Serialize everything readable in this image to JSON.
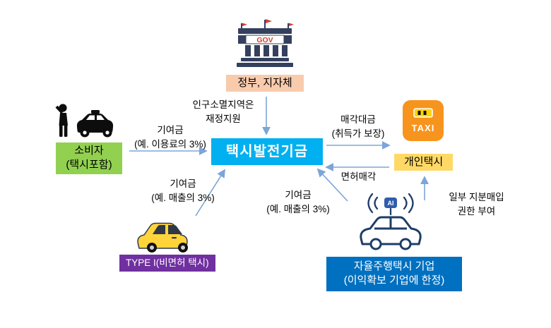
{
  "diagram": {
    "nodes": {
      "government": {
        "label": "정부, 지자체",
        "bg": "#F8CBAD"
      },
      "consumer": {
        "line1": "소비자",
        "line2": "(택시포함)",
        "bg": "#92D050"
      },
      "fund": {
        "label": "택시발전기금",
        "bg": "#00B0F0"
      },
      "type1": {
        "label": "TYPE I(비면허 택시)",
        "bg": "#7030A0"
      },
      "individual_taxi": {
        "label": "개인택시",
        "bg": "#FFD966"
      },
      "autonomous": {
        "line1": "자율주행택시 기업",
        "line2": "(이익확보 기업에 한정)",
        "bg": "#0070C0"
      }
    },
    "edges": {
      "gov_to_fund": {
        "line1": "인구소멸지역은",
        "line2": "재정지원"
      },
      "consumer_to_fund": {
        "line1": "기여금",
        "line2": "(예. 이용료의 3%)"
      },
      "type1_to_fund": {
        "line1": "기여금",
        "line2": "(예. 매출의 3%)"
      },
      "autonomous_to_fund": {
        "line1": "기여금",
        "line2": "(예. 매출의 3%)"
      },
      "fund_to_taxi": {
        "line1": "매각대금",
        "line2": "(취득가 보장)"
      },
      "taxi_to_fund": {
        "label": "면허매각"
      },
      "autonomous_to_taxi": {
        "line1": "일부 지분매입",
        "line2": "권한 부여"
      }
    },
    "icons": {
      "government_text": "GOV",
      "taxi_app_text": "TAXI",
      "ai_chip_text": "AI"
    },
    "colors": {
      "arrow": "#7CA5D8"
    }
  }
}
